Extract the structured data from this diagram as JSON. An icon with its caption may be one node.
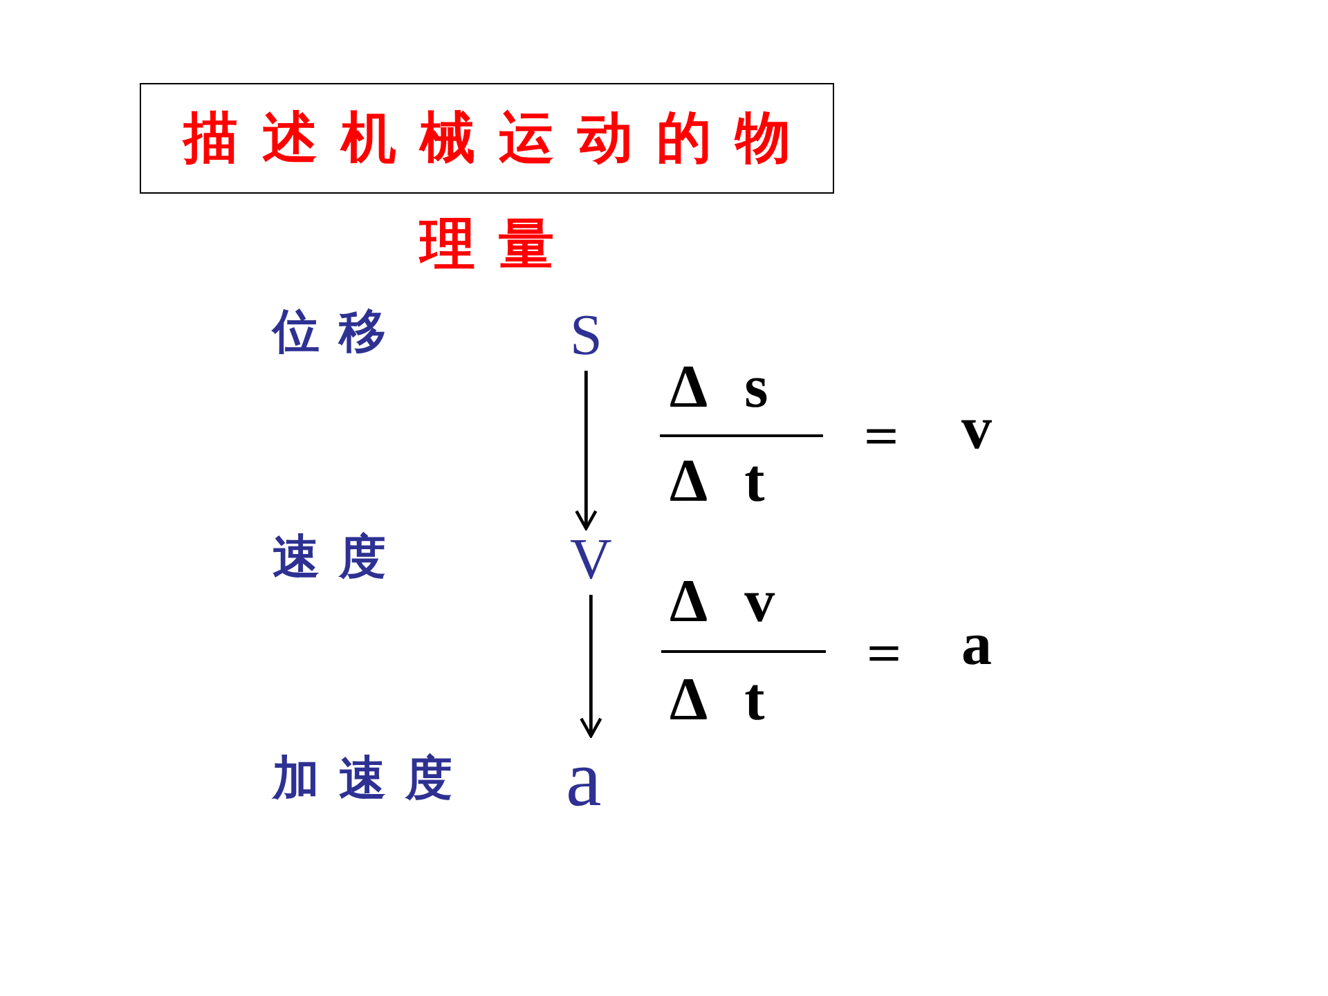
{
  "diagram": {
    "title": "描述机械运动的物理量",
    "nodes": [
      {
        "text": [
          "S"
        ]
      },
      {
        "text": [
          "V"
        ]
      },
      {
        "text": [
          "a"
        ]
      }
    ],
    "edges": [
      {
        "from": 0,
        "to": 1,
        "arrow": "to"
      },
      {
        "from": 1,
        "to": 2,
        "arrow": "to"
      }
    ],
    "labels": [
      "位移",
      "Δ s",
      "Δ t",
      "＝",
      "v",
      "速度",
      "Δ v",
      "Δ t",
      "＝",
      "a",
      "加速度"
    ]
  }
}
